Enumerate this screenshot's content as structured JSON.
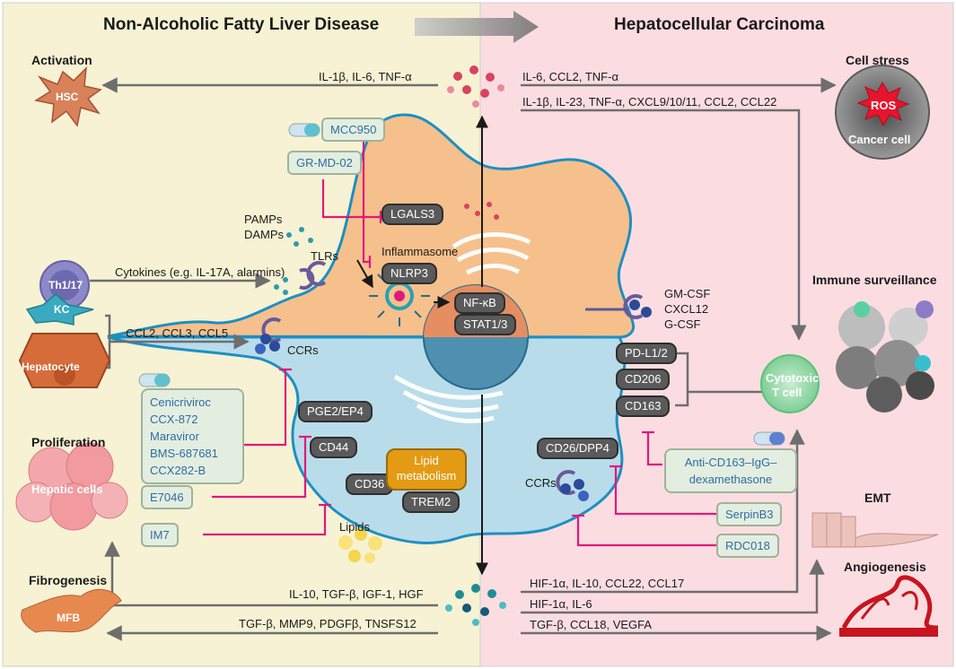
{
  "panels": {
    "left_title": "Non-Alcoholic Fatty Liver Disease",
    "right_title": "Hepatocellular Carcinoma"
  },
  "left_side": {
    "activation": "Activation",
    "hsc": "HSC",
    "th": "Th1/17",
    "kc": "KC",
    "hepatocyte": "Hepatocyte",
    "proliferation": "Proliferation",
    "hepatic_cells": "Hepatic cells",
    "fibrogenesis": "Fibrogenesis",
    "mfb": "MFB"
  },
  "signals": {
    "il1b_il6_tnfa": "IL-1β,  IL-6, TNF-α",
    "cytokines": "Cytokines (e.g. IL-17A, alarmins)",
    "ccl_list": "CCL2, CCL3, CCL5",
    "ccrs_top": "CCRs",
    "ccrs_bottom": "CCRs",
    "pamps": "PAMPs",
    "damps": "DAMPs",
    "tlrs": "TLRs",
    "inflammasome": "Inflammasome",
    "lipids": "Lipids",
    "il6_ccl2_tnfa": "IL-6,  CCL2, TNF-α",
    "il1b_long": "IL-1β, IL-23, TNF-α, CXCL9/10/11, CCL2, CCL22",
    "gmcsf": "GM-CSF",
    "cxcl12": "CXCL12",
    "gcsf": "G-CSF",
    "il10_tgf": "IL-10, TGF-β, IGF-1, HGF",
    "tgf_mmp9": "TGF-β, MMP9, PDGFβ, TNSFS12",
    "hif_1": "HIF-1α, IL-10, CCL22, CCL17",
    "hif_2": "HIF-1α, IL-6",
    "tgf_ccl18": "TGF-β, CCL18, VEGFA"
  },
  "molecules": {
    "lgals3": "LGALS3",
    "nlrp3": "NLRP3",
    "nfkb": "NF-κB",
    "stat": "STAT1/3",
    "pge2": "PGE2/EP4",
    "cd44": "CD44",
    "cd36": "CD36",
    "trem2": "TREM2",
    "lipid_metabolism_1": "Lipid",
    "lipid_metabolism_2": "metabolism",
    "pdl1": "PD-L1/2",
    "cd206": "CD206",
    "cd163": "CD163",
    "cd26": "CD26/DPP4"
  },
  "drugs": {
    "mcc950": "MCC950",
    "grmd02": "GR-MD-02",
    "ccr_list": [
      "Cenicriviroc",
      "CCX-872",
      "Maraviror",
      "BMS-687681",
      "CCX282-B"
    ],
    "e7046": "E7046",
    "im7": "IM7",
    "anti_cd163_1": "Anti-CD163–IgG–",
    "anti_cd163_2": "dexamethasone",
    "serpinb3": "SerpinB3",
    "rdc018": "RDC018"
  },
  "right_side": {
    "cell_stress": "Cell stress",
    "ros": "ROS",
    "cancer_cell": "Cancer cell",
    "immune_surveillance": "Immune surveillance",
    "cytotoxic_1": "Cytotoxic",
    "cytotoxic_2": "T cell",
    "emt": "EMT",
    "angiogenesis": "Angiogenesis"
  },
  "colors": {
    "left_bg": "#f6f2d3",
    "right_bg": "#fbdde1",
    "arrow": "#6e6e6e",
    "inhibit": "#e0197d",
    "drug_text": "#2e6da4",
    "m1_cell": "#f6c08d",
    "m2_cell": "#b9dcea"
  }
}
